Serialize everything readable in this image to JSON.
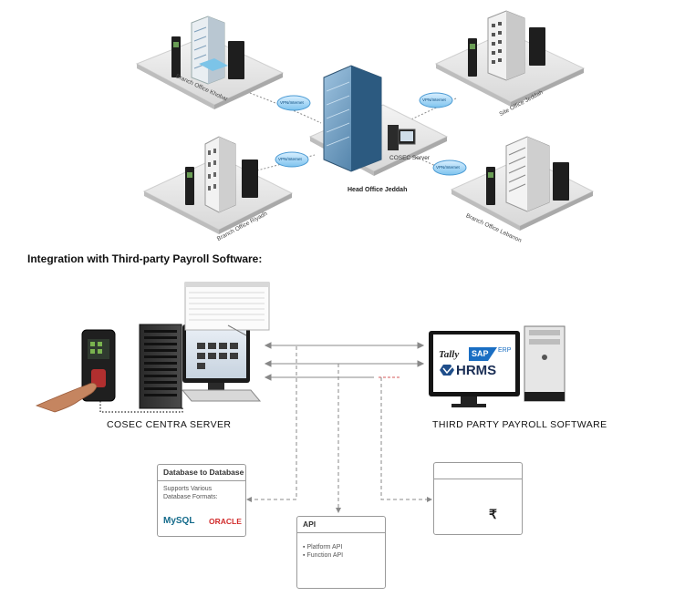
{
  "network": {
    "branch_khobar": "Branch Office Khobar",
    "site_jeddah": "Site Office Jeddah",
    "branch_riyadh": "Branch Office Riyadh",
    "branch_lebanon": "Branch Office Lebanon",
    "head_office": "Head Office Jeddah",
    "server_label": "COSEC Server",
    "vpn_label": "VPN/Internet"
  },
  "integration": {
    "title": "Integration with Third-party Payroll Software:",
    "left_caption": "COSEC CENTRA SERVER",
    "right_caption": "THIRD PARTY PAYROLL SOFTWARE",
    "hrms": "HRMS",
    "tally": "Tally",
    "sap": "SAP",
    "erp": "ERP"
  },
  "db_box": {
    "title": "Database to Database",
    "line1": "Supports Various",
    "line2": "Database Formats:",
    "mysql": "MySQL",
    "oracle": "ORACLE"
  },
  "api_box": {
    "title": "API",
    "item1": "Platform API",
    "item2": "Function API"
  },
  "file_box": {
    "rupee": "₹"
  }
}
